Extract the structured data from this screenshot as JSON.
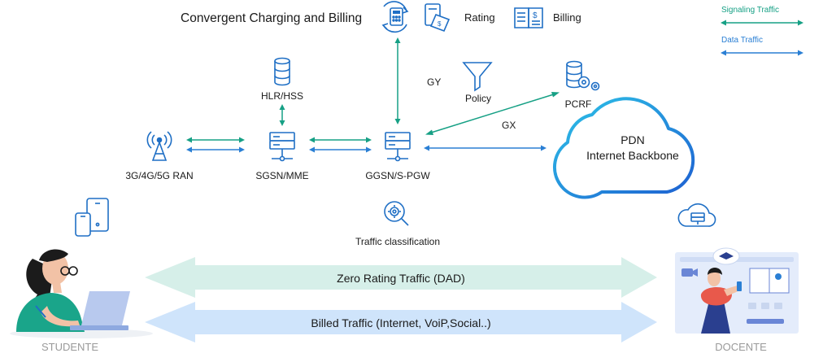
{
  "title": "Convergent Charging and Billing",
  "top_items": {
    "rating": "Rating",
    "billing": "Billing"
  },
  "legend": {
    "signaling": "Signaling Traffic",
    "data": "Data Traffic"
  },
  "nodes": {
    "hlr": "HLR/HSS",
    "ran": "3G/4G/5G RAN",
    "sgsn": "SGSN/MME",
    "ggsn": "GGSN/S-PGW",
    "policy": "Policy",
    "pcrf": "PCRF",
    "gy": "GY",
    "gx": "GX",
    "traffic_classification": "Traffic classification"
  },
  "cloud": {
    "line1": "PDN",
    "line2": "Internet Backbone"
  },
  "flows": {
    "zero_rating": "Zero Rating Traffic (DAD)",
    "billed": "Billed Traffic (Internet, VoiP,Social..)"
  },
  "people": {
    "student": "STUDENTE",
    "teacher": "DOCENTE"
  },
  "colors": {
    "signaling": "#16a085",
    "data": "#2a7fd4",
    "icon_blue": "#1f6fc5",
    "zero_rating_band": "#d6efe9",
    "billed_band": "#cfe4fb",
    "person_label": "#9a9a9a"
  }
}
